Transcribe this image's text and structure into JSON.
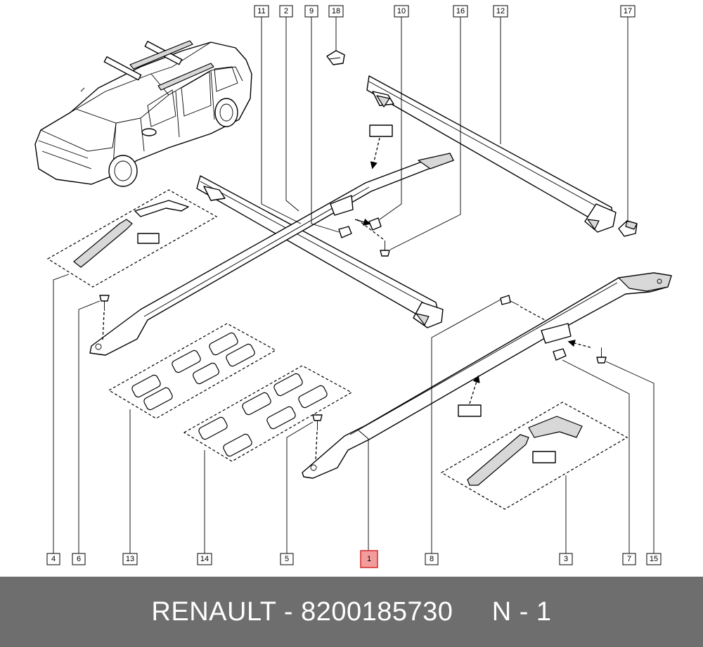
{
  "callouts": {
    "top": [
      "11",
      "2",
      "9",
      "18",
      "10",
      "16",
      "12",
      "17"
    ],
    "bottom": [
      "4",
      "6",
      "13",
      "14",
      "5",
      "1",
      "8",
      "3",
      "7",
      "15"
    ],
    "highlighted": "1"
  },
  "footer": {
    "brand": "RENAULT",
    "separator": "-",
    "part_number": "8200185730",
    "position_label": "N - 1"
  },
  "colors": {
    "footer_background": "#6e6e6e",
    "footer_text": "#ffffff",
    "highlight_fill": "#f29c9c",
    "highlight_stroke": "#d62828"
  }
}
